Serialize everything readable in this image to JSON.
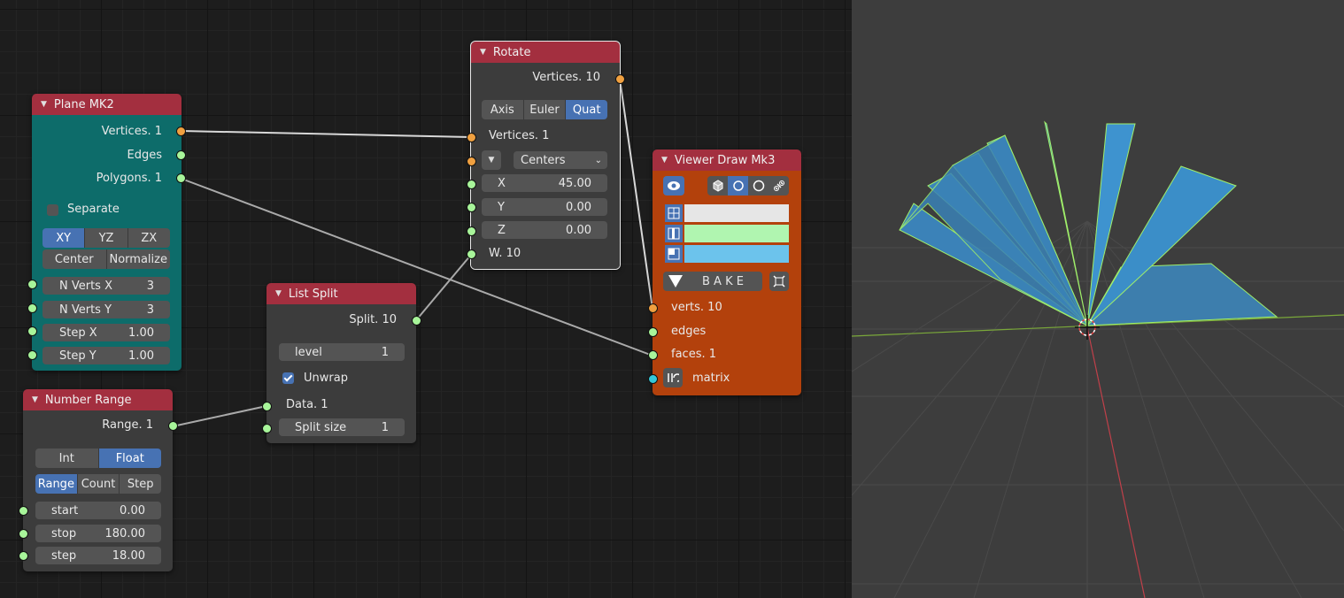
{
  "colors": {
    "header": "#a32f3f",
    "plane_body": "#0d6c6a",
    "viewer_body": "#b3410c",
    "socket_green": "#a8f59a",
    "socket_orange": "#f0a040",
    "socket_cyan": "#35c8d8",
    "active": "#4772b3",
    "viewport": "#3d3d3d"
  },
  "plane": {
    "title": "Plane MK2",
    "out_vertices": "Vertices. 1",
    "out_edges": "Edges",
    "out_polygons": "Polygons. 1",
    "separate": "Separate",
    "dir_tabs": [
      "XY",
      "YZ",
      "ZX"
    ],
    "active_dir": "XY",
    "center": "Center",
    "normalize": "Normalize",
    "fields": [
      {
        "label": "N Verts X",
        "value": "3"
      },
      {
        "label": "N Verts Y",
        "value": "3"
      },
      {
        "label": "Step X",
        "value": "1.00"
      },
      {
        "label": "Step Y",
        "value": "1.00"
      }
    ]
  },
  "range": {
    "title": "Number Range",
    "output": "Range. 1",
    "type_tabs": [
      "Int",
      "Float"
    ],
    "active_type": "Float",
    "mode_tabs": [
      "Range",
      "Count",
      "Step"
    ],
    "active_mode": "Range",
    "fields": [
      {
        "label": "start",
        "value": "0.00"
      },
      {
        "label": "stop",
        "value": "180.00"
      },
      {
        "label": "step",
        "value": "18.00"
      }
    ]
  },
  "split": {
    "title": "List Split",
    "output": "Split. 10",
    "level_label": "level",
    "level_value": "1",
    "unwrap": "Unwrap",
    "data_input": "Data. 1",
    "split_size_label": "Split size",
    "split_size_value": "1"
  },
  "rotate": {
    "title": "Rotate",
    "output": "Vertices. 10",
    "mode_tabs": [
      "Axis",
      "Euler",
      "Quat"
    ],
    "active_mode": "Quat",
    "in_vertices": "Vertices. 1",
    "center_mode": "Centers",
    "fields": [
      {
        "label": "X",
        "value": "45.00"
      },
      {
        "label": "Y",
        "value": "0.00"
      },
      {
        "label": "Z",
        "value": "0.00"
      }
    ],
    "w_input": "W. 10"
  },
  "viewer": {
    "title": "Viewer Draw Mk3",
    "bake": "B A K E",
    "swatches": [
      "#e6e6e6",
      "#b0f5b0",
      "#6cc3ec"
    ],
    "inputs": [
      "verts. 10",
      "edges",
      "faces. 1",
      "matrix"
    ],
    "icons": [
      "eye-icon",
      "cube-shading-icon",
      "wire-icon",
      "circle-icon",
      "link-icon",
      "vert-color-icon",
      "edge-color-icon",
      "face-color-icon",
      "bake-triangle-icon",
      "bake-extra-icon",
      "matrix-icon"
    ]
  },
  "viewport": {
    "icons": [
      "origin-cursor-icon"
    ]
  }
}
